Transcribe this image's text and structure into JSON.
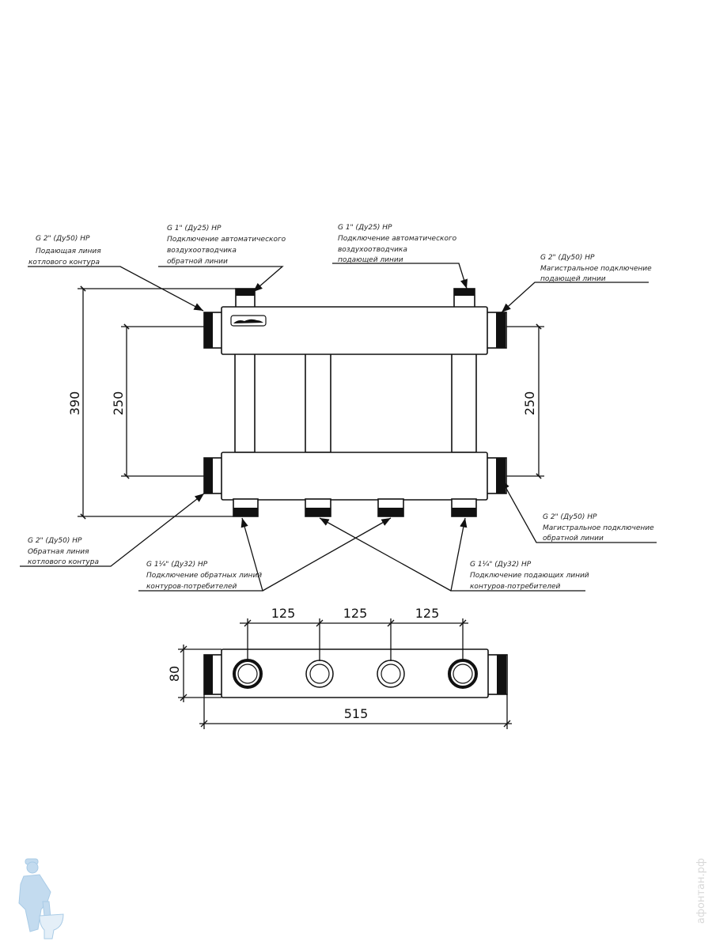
{
  "callouts": {
    "boiler_supply": {
      "spec": "G 2\" (Ду50) НР",
      "line1": "Подающая линия",
      "line2": "котлового контура"
    },
    "air_vent_return": {
      "spec": "G 1\" (Ду25) НР",
      "line1": "Подключение автоматического",
      "line2": "воздухоотводчика",
      "line3": "обратной линии"
    },
    "air_vent_supply": {
      "spec": "G 1\" (Ду25) НР",
      "line1": "Подключение автоматического",
      "line2": "воздухоотводчика",
      "line3": "подающей линии"
    },
    "main_supply": {
      "spec": "G 2\" (Ду50) НР",
      "line1": "Магистральное подключение",
      "line2": "подающей линии"
    },
    "boiler_return": {
      "spec": "G 2\" (Ду50) НР",
      "line1": "Обратная линия",
      "line2": "котлового контура"
    },
    "consumer_return": {
      "spec": "G 1¼\" (Ду32) НР",
      "line1": "Подключение обратных линий",
      "line2": "контуров-потребителей"
    },
    "consumer_supply": {
      "spec": "G 1¼\" (Ду32) НР",
      "line1": "Подключение подающих линий",
      "line2": "контуров-потребителей"
    },
    "main_return": {
      "spec": "G 2\" (Ду50) НР",
      "line1": "Магистральное подключение",
      "line2": "обратной линии"
    }
  },
  "dimensions": {
    "height_total": "390",
    "spacing_left": "250",
    "spacing_right": "250",
    "pitch_1": "125",
    "pitch_2": "125",
    "pitch_3": "125",
    "depth": "80",
    "length": "515"
  },
  "watermark": "афонтан.рф",
  "colors": {
    "line": "#111111",
    "logo": "#a9cbe6"
  }
}
